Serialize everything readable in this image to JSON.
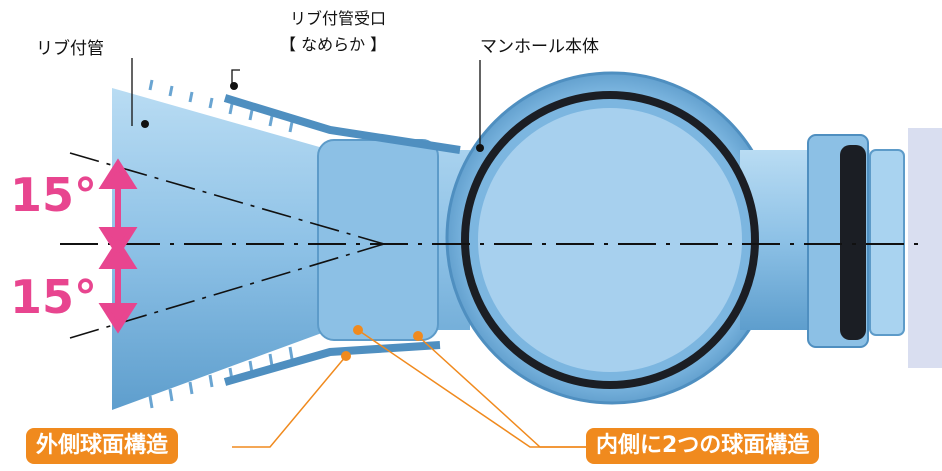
{
  "labels": {
    "rib_pipe": "リブ付管",
    "rib_socket_line1": "リブ付管受口",
    "rib_socket_line2": "【 なめらか 】",
    "manhole_body": "マンホール本体"
  },
  "angles": {
    "upper": "15°",
    "lower": "15°"
  },
  "callouts": {
    "outer": "外側球面構造",
    "inner": "内側に2つの球面構造"
  },
  "colors": {
    "pipe": "#8fc3e6",
    "pipe_dark": "#5b9ccb",
    "gasket": "#1b1e24",
    "accent_pink": "#e8458f",
    "accent_orange": "#f08a1e",
    "side_panel": "#d9def0"
  }
}
